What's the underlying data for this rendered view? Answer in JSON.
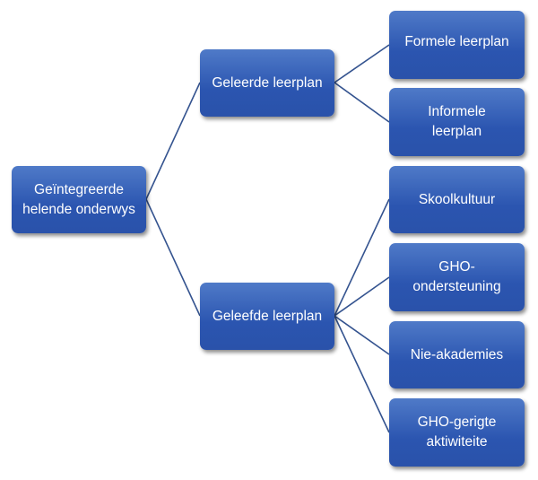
{
  "diagram": {
    "root": "Geïntegreerde helende onderwys",
    "branches": [
      {
        "label": "Geleerde leerplan",
        "children": [
          "Formele leerplan",
          "Informele leerplan"
        ]
      },
      {
        "label": "Geleefde leerplan",
        "children": [
          "Skoolkultuur",
          "GHO-ondersteuning",
          "Nie-akademies",
          "GHO-gerigte aktiwiteite"
        ]
      }
    ],
    "colors": {
      "node": "#2f5bb5",
      "line": "#34538f"
    }
  }
}
